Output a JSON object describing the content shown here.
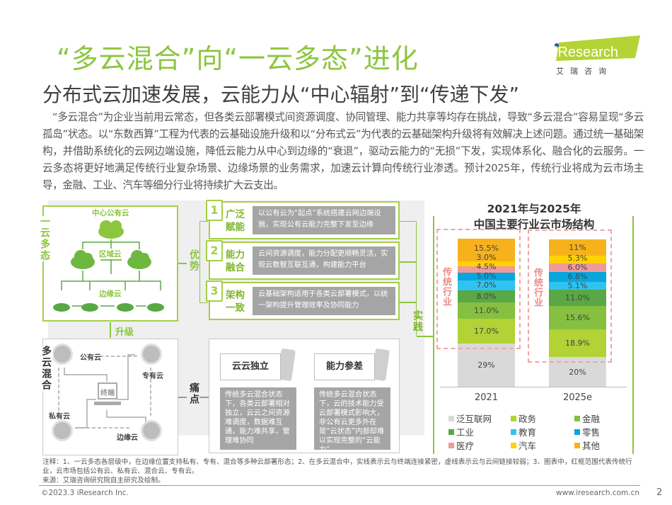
{
  "header": {
    "title": "“多云混合”向“一云多态”进化",
    "subtitle": "分布式云加速发展，云能力从“中心辐射”到“传递下发”",
    "logo_text": "iResearch",
    "logo_sub": "艾 瑞 咨 询",
    "brand_color": "#8cc63f"
  },
  "intro": "“多云混合”为企业当前用云常态，但各类云部署模式间资源调度、协同管理、能力共享等均存在挑战，导致“多云混合”容易呈现“多云孤岛”状态。以“东数西算”工程为代表的云基础设施升级和以“分布式云”为代表的云基础架构升级将有效解决上述问题。通过统一基础架构，并借助系统化的云网边端设施，降低云能力从中心到边缘的“衰退”，驱动云能力的“无损”下发，实现体系化、融合化的云服务。一云多态将更好地满足传统行业复杂场景、边缘场景的业务需求，加速云计算向传统行业渗透。预计2025年，传统行业将成为云市场主导，金融、工业、汽车等细分行业将持续扩大云支出。",
  "diagram": {
    "one_cloud": {
      "label": "一云多态",
      "center": "中心公有云",
      "region": "区域云",
      "edge": "边缘云"
    },
    "upgrade": "升级",
    "multi_cloud": {
      "label": "多云混合",
      "public": "公有云",
      "dedicated": "专有云",
      "private": "私有云",
      "edge": "边缘云",
      "terminal": "终端"
    },
    "advantages_label": "优势",
    "pain_label": "痛点",
    "practice_label": "实践",
    "advantages": [
      {
        "num": "1",
        "head": "广泛赋能",
        "desc": "以公有云为“起点”系统搭建云网边端设施，实现公有云能力完整下发至边缘"
      },
      {
        "num": "2",
        "head": "能力融合",
        "desc": "云间资源调度，能力分配更顺畅灵活，实现云数智互联互通，构建能力平台"
      },
      {
        "num": "3",
        "head": "架构一致",
        "desc": "云基础架构适用于各类云部署模式，以统一架构提升管理效率及协同能力"
      }
    ],
    "pains": [
      {
        "title": "云云独立",
        "desc": "传统多云混合状态下，各类云部署相对独立，云云之间资源难调度，数据难互通，能力难共享，管理难协同"
      },
      {
        "title": "能力参差",
        "desc": "传统多云混合状态下，云的技术能力受云部署模式影响大，非公有云更多外在是“云状态”内部却难以实现完整的“云能力”"
      }
    ]
  },
  "chart_data": {
    "type": "bar",
    "stacked": true,
    "title": "2021年与2025年中国主要行业云市场结构",
    "categories": [
      "2021",
      "2025e"
    ],
    "unit": "%",
    "ylim": [
      0,
      100
    ],
    "traditional_label": "传统行业",
    "traditional_box_color": "#f0a5a5",
    "series": [
      {
        "name": "泛互联网",
        "color": "#d9d9d9",
        "values": [
          29,
          20
        ],
        "labels": [
          "29%",
          "20%"
        ]
      },
      {
        "name": "政务",
        "color": "#b3d235",
        "values": [
          17.0,
          18.9
        ],
        "labels": [
          "17.0%",
          "18.9%"
        ]
      },
      {
        "name": "金融",
        "color": "#86c040",
        "values": [
          11.0,
          15.6
        ],
        "labels": [
          "11.0%",
          "15.6%"
        ]
      },
      {
        "name": "工业",
        "color": "#5aa845",
        "values": [
          8.0,
          11.0
        ],
        "labels": [
          "8.0%",
          "11.0%"
        ]
      },
      {
        "name": "教育",
        "color": "#2fc4f0",
        "values": [
          7.0,
          5.1
        ],
        "labels": [
          "7.0%",
          "5.1%"
        ]
      },
      {
        "name": "零售",
        "color": "#09a6de",
        "values": [
          5.0,
          6.8
        ],
        "labels": [
          "5.0%",
          "6.8%"
        ]
      },
      {
        "name": "医疗",
        "color": "#f09a9c",
        "values": [
          4.5,
          6.0
        ],
        "labels": [
          "4.5%",
          "6.0%"
        ]
      },
      {
        "name": "汽车",
        "color": "#ffd200",
        "values": [
          3.0,
          5.3
        ],
        "labels": [
          "3.0%",
          "5.3%"
        ]
      },
      {
        "name": "其他",
        "color": "#f7b21b",
        "values": [
          15.5,
          11
        ],
        "labels": [
          "15.5%",
          "11%"
        ]
      }
    ]
  },
  "notes": "注释：1、一云多态各层级中，在边缘位置支持私有、专有、混合等多种云部署形态；2、在多云混合中，实线表示云与终端连接紧密，虚线表示云与云间链接较弱；3、图表中，红框范围代表传统行业，云市场包括公有云、私有云、混合云、专有云。",
  "source": "来源：艾瑞咨询研究院自主研究及绘制。",
  "footer": {
    "copyright": "©2023.3 iResearch Inc.",
    "url": "www.iresearch.com.cn",
    "page": "2"
  }
}
